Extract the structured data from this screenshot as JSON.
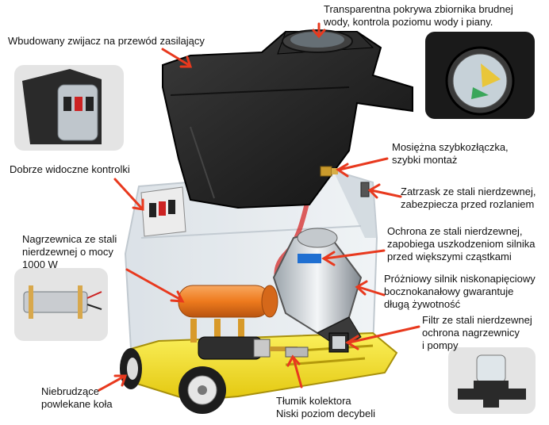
{
  "labels": {
    "lid": "Transparentna pokrywa zbiornika brudnej\nwody, kontrola poziomu wody i piany.",
    "cord_wrap": "Wbudowany zwijacz na przewód zasilający",
    "coupler": "Mosiężna szybkozłączka,\nszybki montaż",
    "controls": "Dobrze widoczne kontrolki",
    "latch": "Zatrzask ze stali nierdzewnej,\nzabezpiecza przed rozlaniem",
    "screen": "Ochrona ze stali nierdzewnej,\nzapobiega uszkodzeniom silnika\nprzed większymi cząstkami",
    "heater": "Nagrzewnica ze stali\nnierdzewnej o mocy\n1000 W",
    "motor": "Próżniowy silnik niskonapięciowy\nbocznokanałowy gwarantuje\ndługą żywotność",
    "filter": "Filtr ze stali nierdzewnej\nochrona nagrzewnicy\ni pompy",
    "wheels": "Niebrudzące\npowlekane koła",
    "muffler": "Tłumik kolektora\nNiski poziom decybeli"
  },
  "colors": {
    "arrow": "#e8391e",
    "arrow_tip": "#f6c12a",
    "tank": "#1e1e1e",
    "base": "#f2e21c",
    "heater": "#ee7a1d",
    "inset_bg": "#e4e4e4"
  }
}
